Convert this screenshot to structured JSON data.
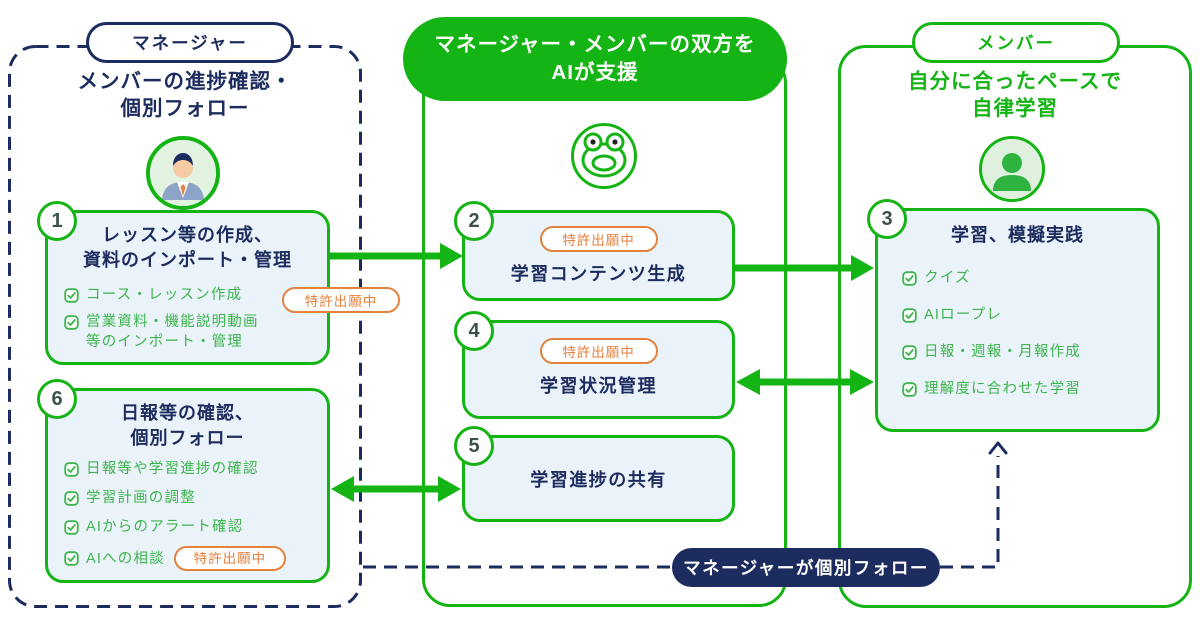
{
  "colors": {
    "green": "#15b415",
    "green_item": "#3db44d",
    "navy": "#1d2c5e",
    "orange": "#e5823d",
    "box_background": "#eaf3fa"
  },
  "left_column": {
    "role_label": "マネージャー",
    "heading_line1": "メンバーの進捗確認・",
    "heading_line2": "個別フォロー",
    "box1": {
      "number": "1",
      "title_line1": "レッスン等の作成、",
      "title_line2": "資料のインポート・管理",
      "patent_label": "特許出願中",
      "items": [
        {
          "line1": "コース・レッスン作成"
        },
        {
          "line1": "営業資料・機能説明動画",
          "line2": "等のインポート・管理"
        }
      ]
    },
    "box6": {
      "number": "6",
      "title_line1": "日報等の確認、",
      "title_line2": "個別フォロー",
      "patent_label": "特許出願中",
      "items": [
        "日報等や学習進捗の確認",
        "学習計画の調整",
        "AIからのアラート確認",
        "AIへの相談"
      ]
    }
  },
  "center_column": {
    "banner_line1": "マネージャー・メンバーの双方を",
    "banner_line2": "AIが支援",
    "box2": {
      "number": "2",
      "patent_label": "特許出願中",
      "title": "学習コンテンツ生成"
    },
    "box4": {
      "number": "4",
      "patent_label": "特許出願中",
      "title": "学習状況管理"
    },
    "box5": {
      "number": "5",
      "title": "学習進捗の共有"
    }
  },
  "right_column": {
    "role_label": "メンバー",
    "heading_line1": "自分に合ったペースで",
    "heading_line2": "自律学習",
    "box3": {
      "number": "3",
      "title": "学習、模擬実践",
      "items": [
        "クイズ",
        "AIロープレ",
        "日報・週報・月報作成",
        "理解度に合わせた学習"
      ]
    }
  },
  "bottom_flow": {
    "label": "マネージャーが個別フォロー"
  }
}
